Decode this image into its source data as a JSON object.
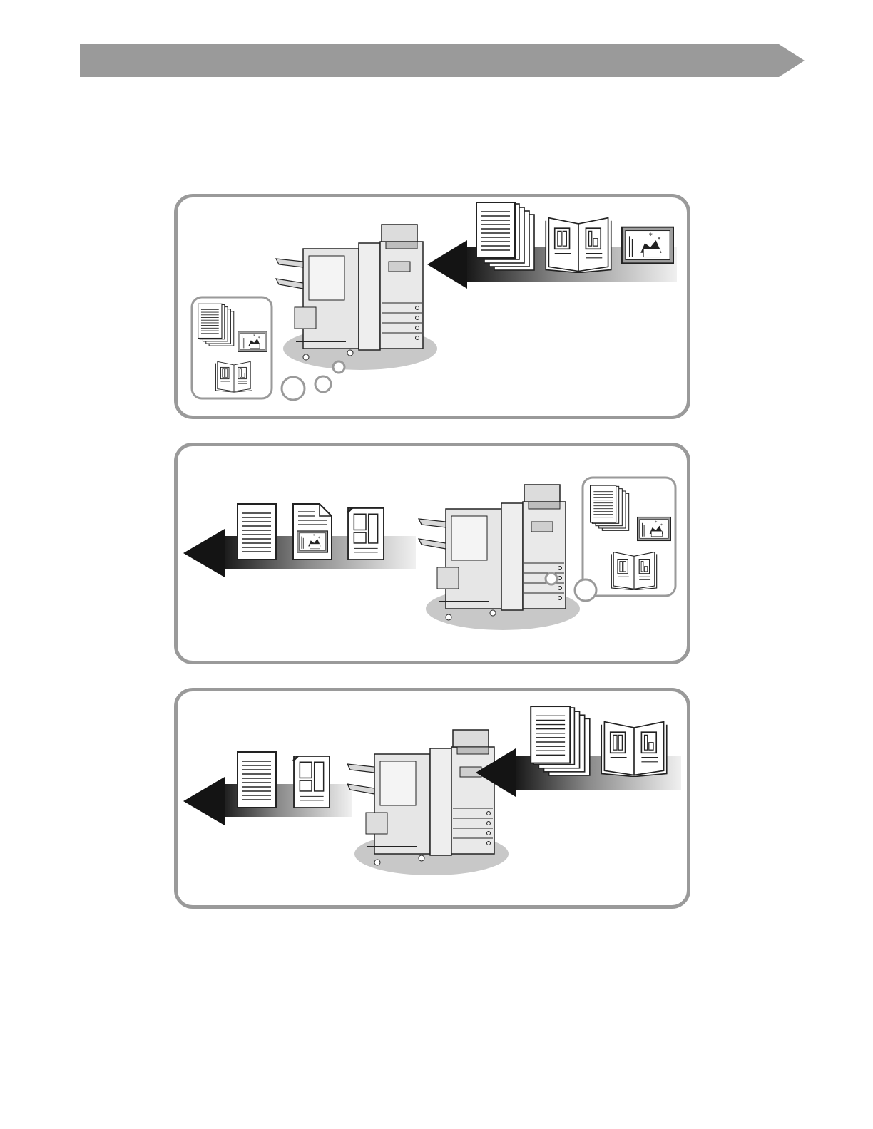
{
  "colors": {
    "band": "#9a9a9a",
    "panel_border": "#9a9a9a",
    "machine_fill": "#e6e6e6",
    "shadow": "#c8c8c8",
    "arrow_dark": "#1a1a1a",
    "arrow_light": "#f2f2f2"
  },
  "panels": [
    {
      "id": "panel-1",
      "illustration": "printer-with-stored-documents",
      "icons": [
        "text-document-stack-icon",
        "open-book-icon",
        "photo-icon",
        "thought-bubble-icon",
        "incoming-arrow-icon"
      ]
    },
    {
      "id": "panel-2",
      "illustration": "printer-sending-documents",
      "icons": [
        "text-page-icon",
        "photo-page-icon",
        "layout-page-icon",
        "thought-bubble-icon",
        "outgoing-arrow-icon"
      ]
    },
    {
      "id": "panel-3",
      "illustration": "printer-relaying-documents",
      "icons": [
        "text-document-stack-icon",
        "open-book-icon",
        "text-page-icon",
        "layout-page-icon",
        "incoming-arrow-icon",
        "outgoing-arrow-icon"
      ]
    }
  ]
}
